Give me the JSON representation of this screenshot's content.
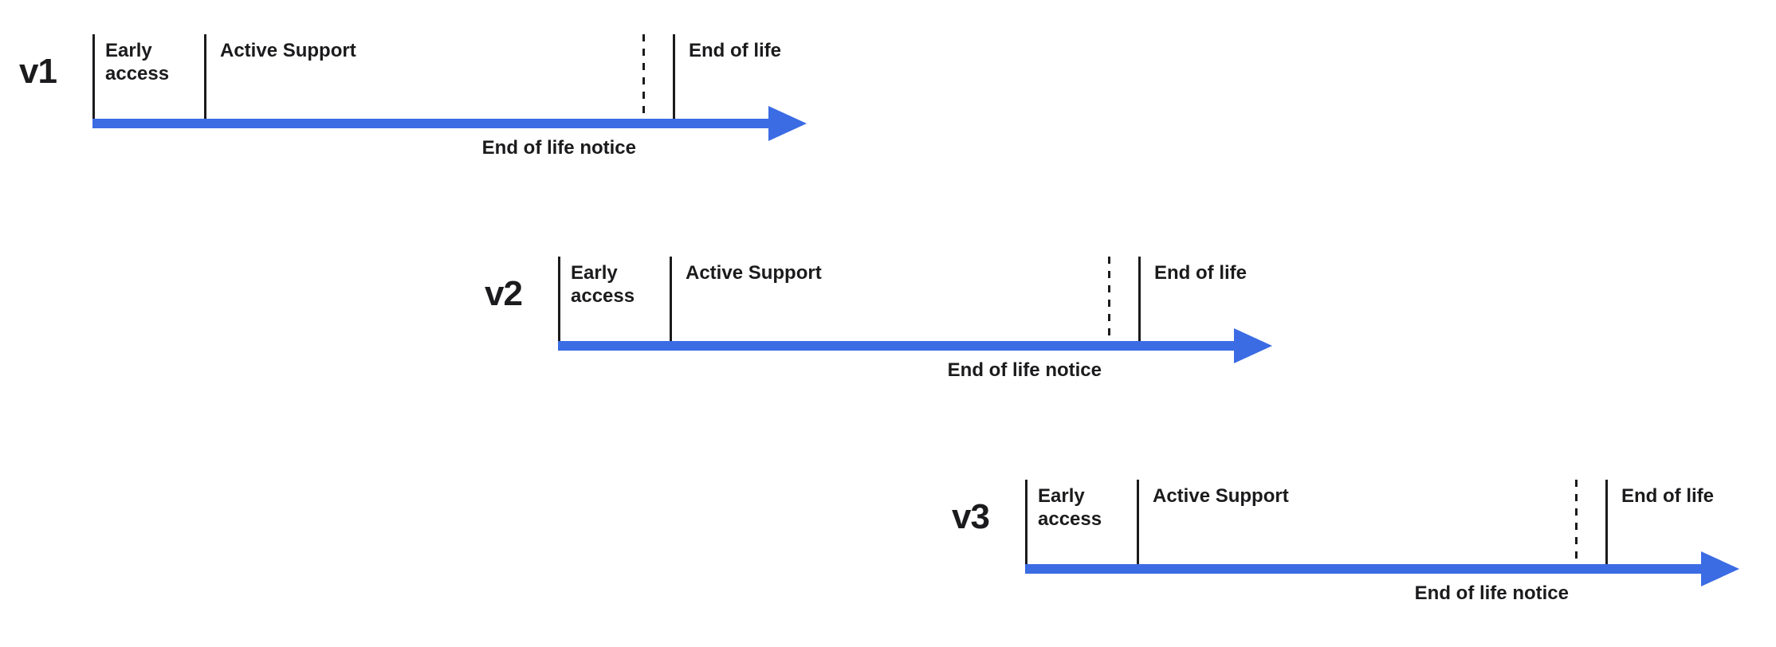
{
  "colors": {
    "arrow": "#3B6CE4",
    "text": "#1B1B1D",
    "tick": "#1B1B1D",
    "background": "#FFFFFF"
  },
  "timelines": [
    {
      "version": "v1",
      "phases": {
        "early_access": "Early access",
        "active_support": "Active Support",
        "end_of_life": "End of life",
        "end_of_life_notice": "End of life notice"
      }
    },
    {
      "version": "v2",
      "phases": {
        "early_access": "Early access",
        "active_support": "Active Support",
        "end_of_life": "End of life",
        "end_of_life_notice": "End of life notice"
      }
    },
    {
      "version": "v3",
      "phases": {
        "early_access": "Early access",
        "active_support": "Active Support",
        "end_of_life": "End of life",
        "end_of_life_notice": "End of life notice"
      }
    }
  ]
}
